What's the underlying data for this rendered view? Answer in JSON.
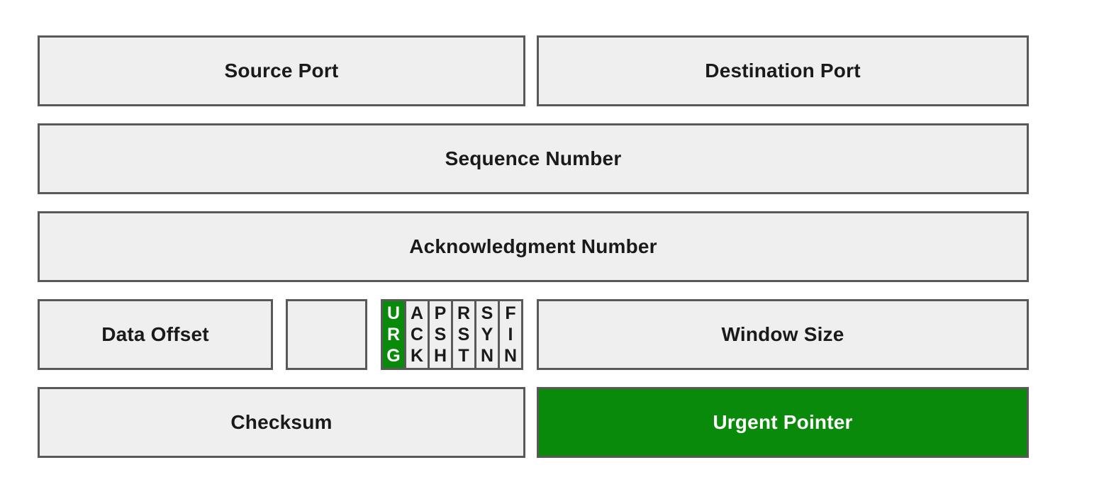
{
  "fields": {
    "source_port": "Source Port",
    "destination_port": "Destination Port",
    "sequence_number": "Sequence Number",
    "acknowledgment_number": "Acknowledgment Number",
    "data_offset": "Data Offset",
    "window_size": "Window Size",
    "checksum": "Checksum",
    "urgent_pointer": "Urgent Pointer"
  },
  "flags": [
    {
      "name": "URG",
      "chars": [
        "U",
        "R",
        "G"
      ],
      "highlighted": true
    },
    {
      "name": "ACK",
      "chars": [
        "A",
        "C",
        "K"
      ],
      "highlighted": false
    },
    {
      "name": "PSH",
      "chars": [
        "P",
        "S",
        "H"
      ],
      "highlighted": false
    },
    {
      "name": "RST",
      "chars": [
        "R",
        "S",
        "T"
      ],
      "highlighted": false
    },
    {
      "name": "SYN",
      "chars": [
        "S",
        "Y",
        "N"
      ],
      "highlighted": false
    },
    {
      "name": "FIN",
      "chars": [
        "F",
        "I",
        "N"
      ],
      "highlighted": false
    }
  ],
  "colors": {
    "background": "#ffffff",
    "box_fill": "#efefef",
    "box_border": "#595959",
    "accent_green": "#0a8a0a",
    "highlight_text": "#ffffff",
    "label_text": "#1a1a1a"
  }
}
